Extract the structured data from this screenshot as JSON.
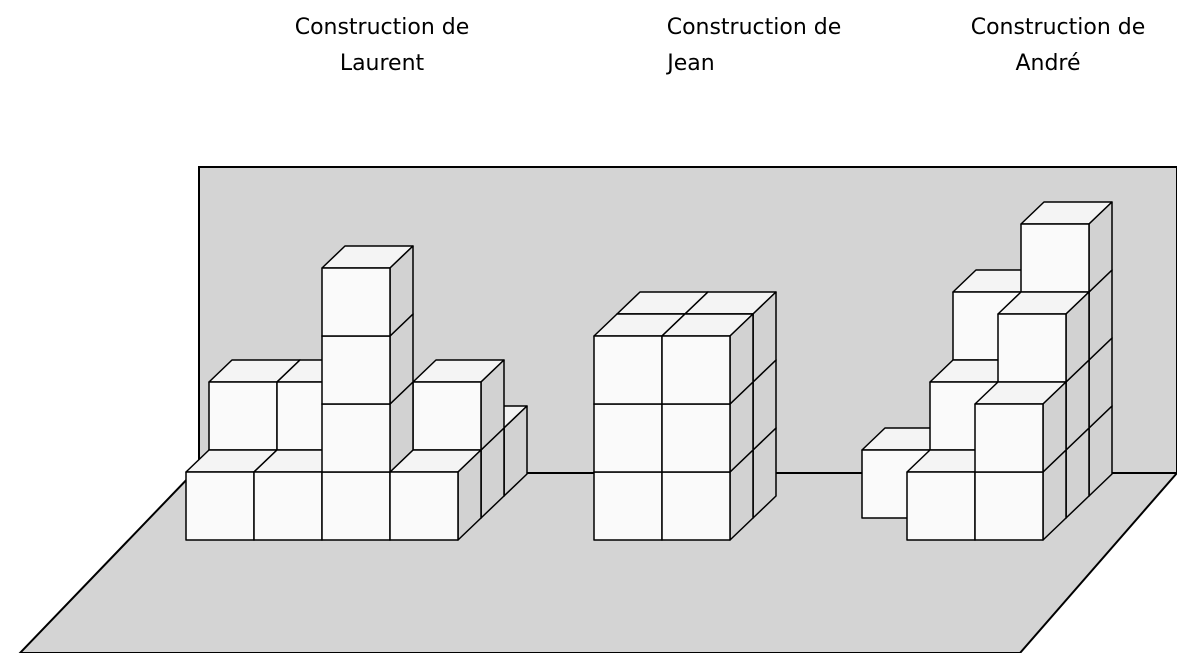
{
  "captions": [
    {
      "line1": "Construction de",
      "line2": "Laurent"
    },
    {
      "line1": "Construction de",
      "line2": "Jean"
    },
    {
      "line1": "Construction de",
      "line2": "André"
    }
  ],
  "colors": {
    "wall": "#d4d4d4",
    "floor": "#d4d4d4",
    "cube_front": "#fafafa",
    "cube_top": "#f4f4f4",
    "cube_side": "#d2d2d2",
    "outline": "#000000"
  }
}
